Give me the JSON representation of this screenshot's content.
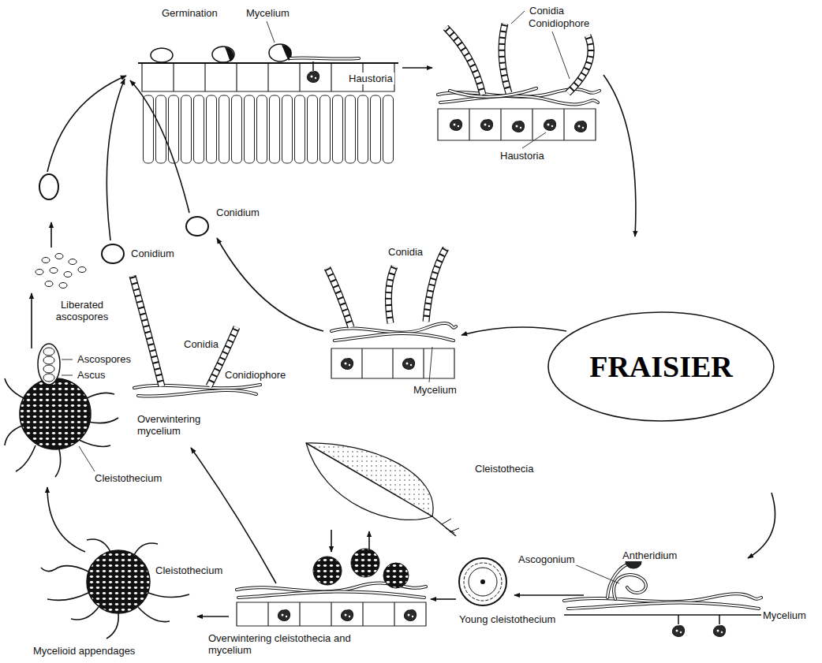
{
  "diagram": {
    "nodes": [
      {
        "text": [
          "FRAISIER"
        ]
      }
    ],
    "labels": [
      "Germination",
      "Mycelium",
      "Haustoria",
      "Conidia",
      "Conidiophore",
      "Haustoria",
      "Conidium",
      "Conidium",
      "Conidia",
      "Mycelium",
      "Liberated ascospores",
      "Ascospores",
      "Ascus",
      "Conidia",
      "Conidiophore",
      "Overwintering mycelium",
      "Cleistothecia",
      "Cleistothecium",
      "Cleistothecium",
      "Mycelioid appendages",
      "Overwintering cleistothecia and mycelium",
      "Young cleistothecium",
      "Ascogonium",
      "Antheridium",
      "Mycelium"
    ]
  }
}
